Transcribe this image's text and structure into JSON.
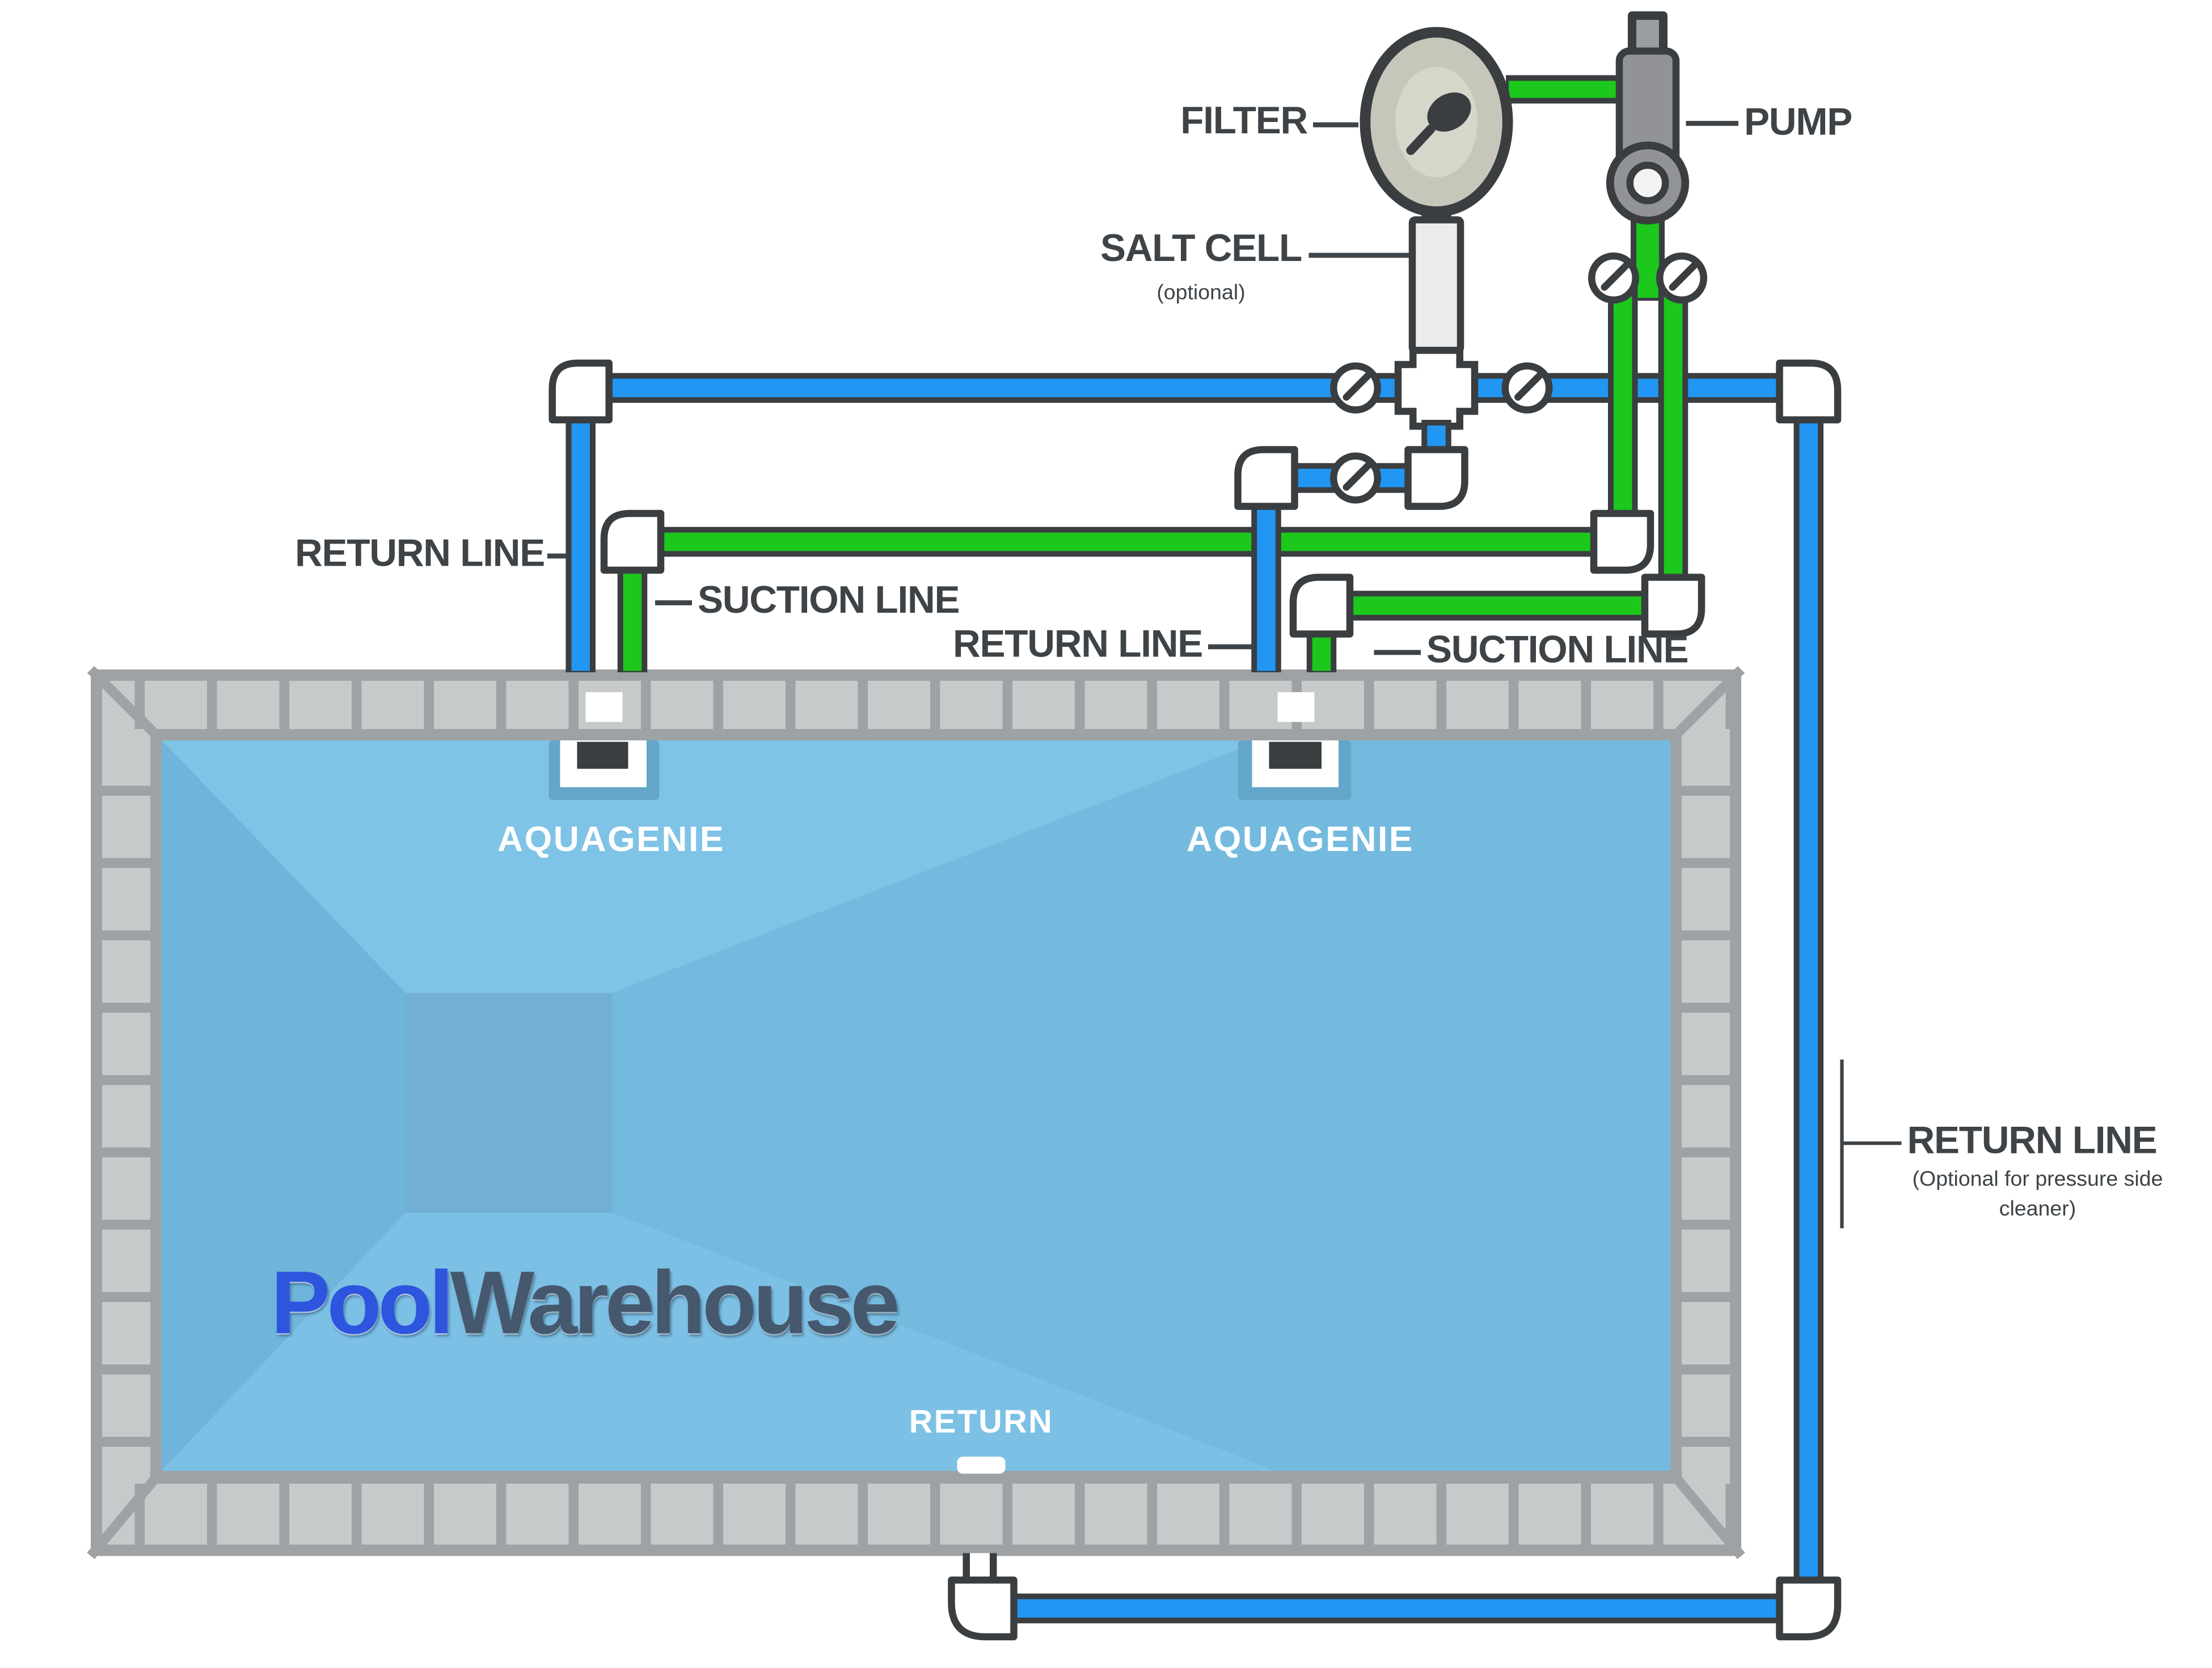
{
  "diagram": {
    "logo": {
      "part1": "Pool",
      "part2": "Warehouse"
    },
    "equipment": {
      "filter_label": "FILTER",
      "pump_label": "PUMP",
      "salt_cell_label": "SALT CELL",
      "salt_cell_note": "(optional)"
    },
    "lines": {
      "return_line_left": "RETURN LINE",
      "suction_line_left": "SUCTION LINE",
      "return_line_middle": "RETURN LINE",
      "suction_line_right": "SUCTION LINE",
      "return_line_right": "RETURN LINE",
      "return_line_right_note": "(Optional for pressure side cleaner)"
    },
    "pool": {
      "skimmer_left_label": "AQUAGENIE",
      "skimmer_right_label": "AQUAGENIE",
      "bottom_return_label": "RETURN"
    },
    "colors": {
      "pipe_blue": "#2196F3",
      "pipe_green": "#1CC81C",
      "outline_dark": "#3A3E41",
      "label_text": "#3E4347",
      "coping_gray": "#9EA2A4",
      "tile_gray": "#C7CACA",
      "water_top": "#7FC3E6",
      "water_left": "#6FB5DB",
      "water_bottom": "#7CC1E5",
      "water_main": "#74BADF",
      "water_hopper": "#72AFD4",
      "skimmer_shadow": "#63A6C9",
      "logo_blue": "#2D55DE",
      "logo_slate": "#46586E"
    }
  }
}
